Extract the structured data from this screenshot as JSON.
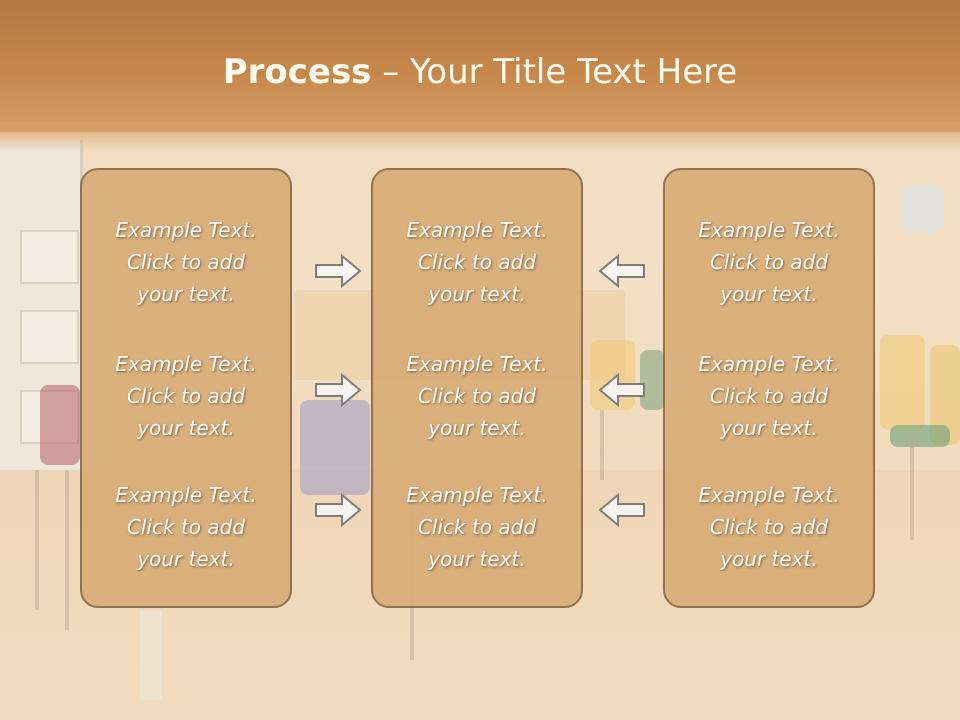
{
  "slide": {
    "title_bold": "Process",
    "title_rest": " – Your Title Text Here"
  },
  "columns": [
    {
      "items": [
        {
          "line1": "Example Text.",
          "line2": "Click  to add",
          "line3": "your text."
        },
        {
          "line1": "Example Text.",
          "line2": "Click  to add",
          "line3": "your text."
        },
        {
          "line1": "Example Text.",
          "line2": "Click  to add",
          "line3": "your text."
        }
      ]
    },
    {
      "items": [
        {
          "line1": "Example Text.",
          "line2": "Click  to add",
          "line3": "your text."
        },
        {
          "line1": "Example Text.",
          "line2": "Click  to add",
          "line3": "your text."
        },
        {
          "line1": "Example Text.",
          "line2": "Click  to add",
          "line3": "your text."
        }
      ]
    },
    {
      "items": [
        {
          "line1": "Example Text.",
          "line2": "Click  to add",
          "line3": "your text."
        },
        {
          "line1": "Example Text.",
          "line2": "Click  to add",
          "line3": "your text."
        },
        {
          "line1": "Example Text.",
          "line2": "Click  to add",
          "line3": "your text."
        }
      ]
    }
  ],
  "arrows": {
    "left_group": "right-arrow-icon",
    "right_group": "left-arrow-icon"
  },
  "colors": {
    "title_band": "#c6874a",
    "box_fill": "#d9ad78",
    "box_border": "#8a6a4a",
    "text": "#ffffff"
  }
}
